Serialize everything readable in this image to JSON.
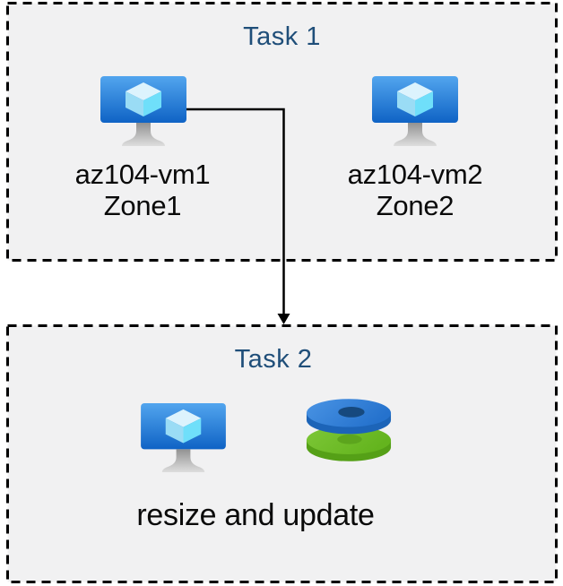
{
  "diagram": {
    "page_bg": "#ffffff",
    "box_fill": "#f1f1f2",
    "border_color": "#000000",
    "title_color": "#1f4e79",
    "text_color": "#0a0a0a",
    "arrow_color": "#000000",
    "vm_screen_blue": "#1a73d4",
    "disk_blue": "#2f7fd8",
    "disk_green": "#70be2b"
  },
  "task1": {
    "title": "Task 1",
    "vms": [
      {
        "name": "az104-vm1",
        "zone": "Zone1",
        "icon": "azure-virtual-machine"
      },
      {
        "name": "az104-vm2",
        "zone": "Zone2",
        "icon": "azure-virtual-machine"
      }
    ]
  },
  "task2": {
    "title": "Task 2",
    "caption": "resize and update",
    "icons": [
      {
        "icon": "azure-virtual-machine"
      },
      {
        "icon": "azure-managed-disks"
      }
    ]
  },
  "arrow": {
    "from": "az104-vm1",
    "to": "task2-box"
  }
}
